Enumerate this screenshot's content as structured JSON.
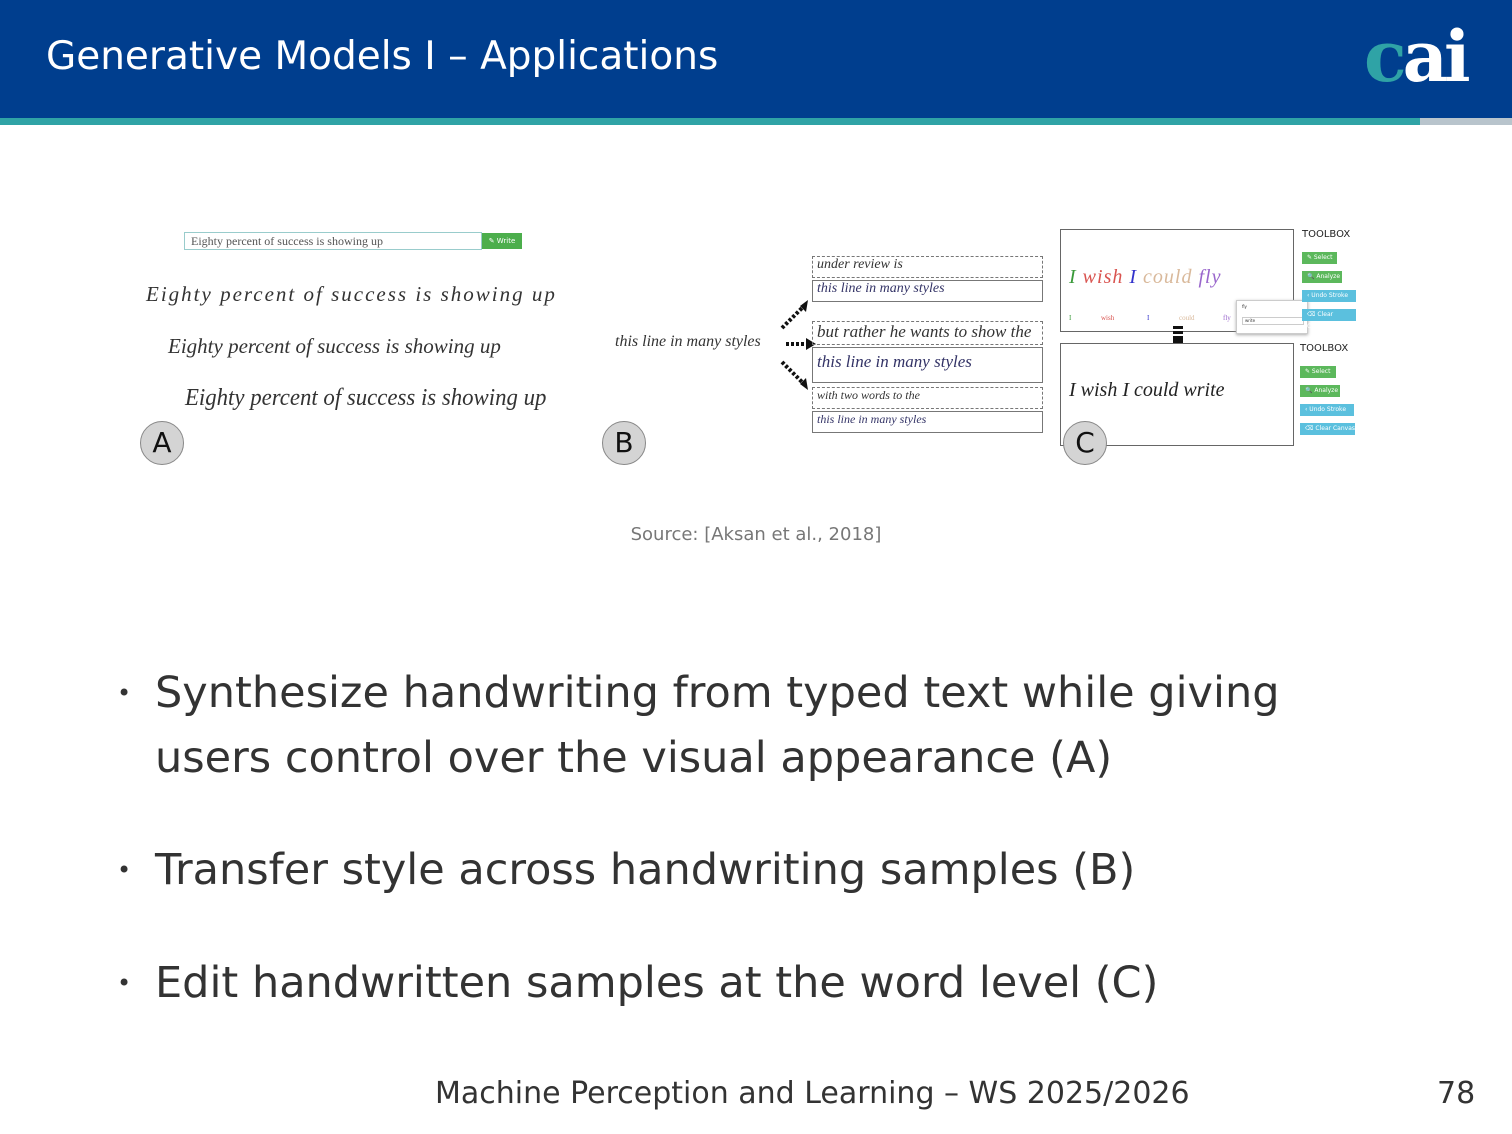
{
  "header": {
    "title": "Generative Models I – Applications",
    "logo_text": "cai",
    "colors": {
      "bg": "#003e8e",
      "teal": "#2fa3a6",
      "grey": "#b8c4cc"
    }
  },
  "figure": {
    "panel_a": {
      "input_value": "Eighty percent of success is showing up",
      "write_button": "✎ Write",
      "samples": [
        "Eighty percent of success is showing up",
        "Eighty percent of success is showing up",
        "Eighty percent of success is showing up"
      ],
      "badge": "A"
    },
    "panel_b": {
      "source_line": "this line in many styles",
      "badge": "B",
      "rows": [
        {
          "ref": "under review is",
          "out": "this line in many styles"
        },
        {
          "ref": "but rather he wants to show the",
          "out": "this line in many styles"
        },
        {
          "ref": "with two words to the",
          "out": "this line in many styles"
        }
      ]
    },
    "panel_c": {
      "badge": "C",
      "toolbox_title": "TOOLBOX",
      "buttons": [
        "✎ Select",
        "🔍 Analyze",
        "‹ Undo Stroke",
        "⌫ Clear Canvas"
      ],
      "top_words": [
        "I",
        "wish",
        "I",
        "could",
        "fly"
      ],
      "word_colors": [
        "#3a9a3a",
        "#d9534f",
        "#3333cc",
        "#d9b99b",
        "#9966cc"
      ],
      "popup_label": "fly",
      "popup_value": "write",
      "bottom_text": "I wish I could write"
    }
  },
  "source": "Source: [Aksan et al., 2018]",
  "bullets": [
    "Synthesize handwriting from typed text while giving users control over the visual appearance (A)",
    "Transfer style across handwriting samples (B)",
    "Edit handwritten samples at the word level (C)"
  ],
  "bullet_symbol": "•",
  "footer": {
    "course": "Machine Perception and Learning – WS 2025/2026",
    "page": "78"
  }
}
